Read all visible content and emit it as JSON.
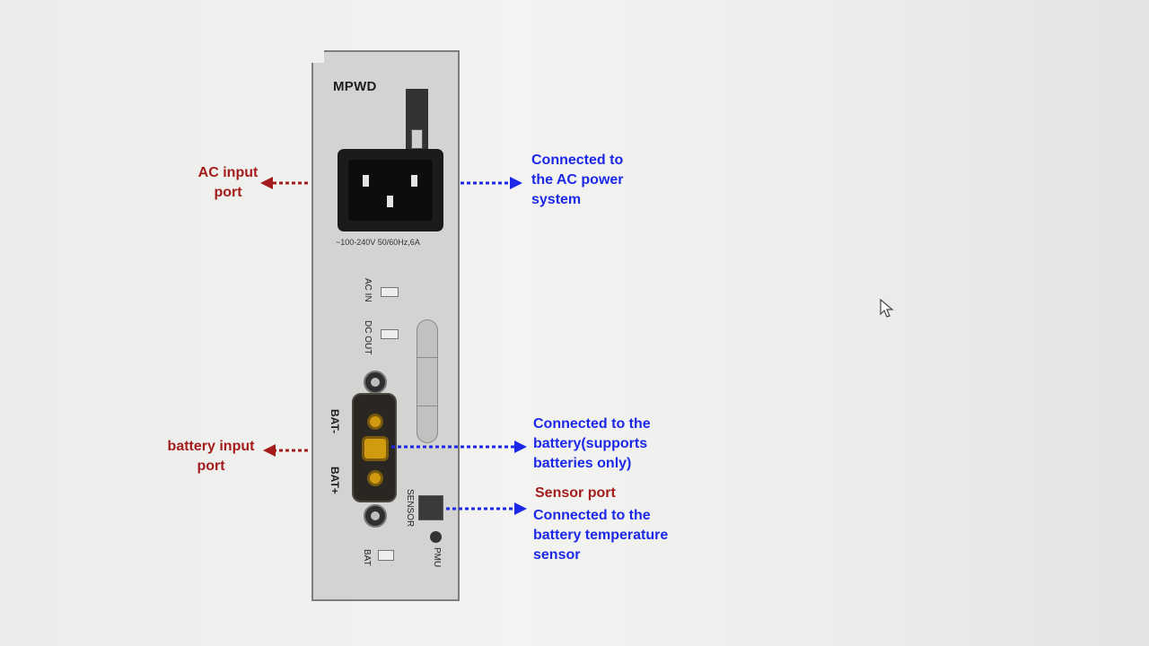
{
  "panel": {
    "model": "MPWD",
    "rating": "~100-240V 50/60Hz,6A",
    "led_ac_in": "AC IN",
    "led_dc_out": "DC OUT",
    "bat_minus": "BAT-",
    "bat_plus": "BAT+",
    "sensor_label": "SENSOR",
    "pmu_label": "PMU",
    "bat_led_label": "BAT"
  },
  "callouts": {
    "ac_input_port": [
      "AC input",
      "port"
    ],
    "ac_connected": [
      "Connected to",
      "the AC power",
      "system"
    ],
    "battery_input_port": [
      "battery input",
      "port"
    ],
    "battery_connected": [
      "Connected to the",
      "battery(supports",
      "batteries only)"
    ],
    "sensor_port_title": "Sensor port",
    "sensor_connected": [
      "Connected to the",
      "battery temperature",
      "sensor"
    ]
  },
  "colors": {
    "callout_blue": "#1c28e8",
    "callout_red": "#a31d1d"
  },
  "icons": [
    "ac-power-socket-icon",
    "battery-connector-icon",
    "sensor-port-icon",
    "mouse-cursor-icon"
  ]
}
